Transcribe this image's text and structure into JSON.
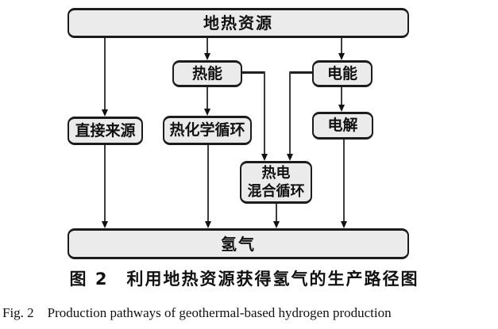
{
  "figure": {
    "nodes": {
      "geothermal": "地热资源",
      "thermal": "热能",
      "electric": "电能",
      "direct": "直接来源",
      "thermochemical": "热化学循环",
      "electrolysis": "电解",
      "hybrid_line1": "热电",
      "hybrid_line2": "混合循环",
      "hydrogen": "氢气"
    },
    "captions": {
      "zh": "图 2　利用地热资源获得氢气的生产路径图",
      "en": "Fig. 2　Production pathways of geothermal-based hydrogen production"
    },
    "colors": {
      "box_fill": "#ebebeb",
      "box_border": "#1c1c1c",
      "connector_line": "#3c3c3c",
      "text": "#111111",
      "background": "#ffffff"
    }
  }
}
